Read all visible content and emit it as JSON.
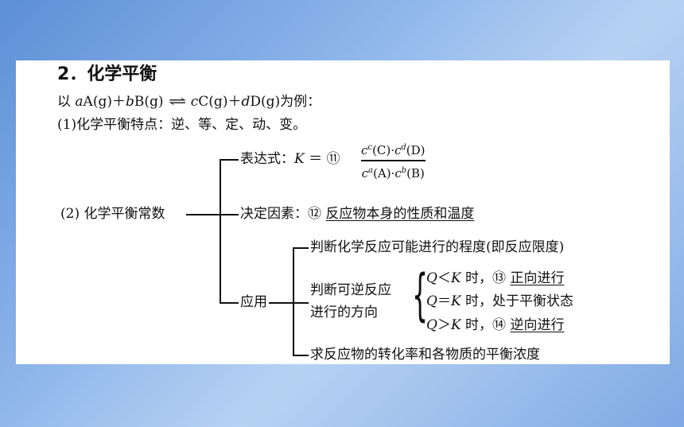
{
  "title": "2．化学平衡",
  "example": {
    "prefix": "以 ",
    "a": "a",
    "A_g": "A(g)＋",
    "b": "b",
    "B_g": "B(g)",
    "arrow": "⇌",
    "c": "c",
    "C_g": "C(g)＋",
    "d": "d",
    "D_g": "D(g)",
    "suffix": "为例："
  },
  "item1": "(1)化学平衡特点：逆、等、定、动、变。",
  "item2": "(2)  化学平衡常数",
  "expression": {
    "label": "表达式：",
    "K": "K",
    "eq": " ＝ ",
    "num": "⑪",
    "numerator": {
      "c": "c",
      "C": "(C)·",
      "d": "d",
      "D": "(D)"
    },
    "denominator": {
      "a": "a",
      "A": "(A)·",
      "b": "b",
      "B": "(B)"
    }
  },
  "factor": {
    "label": "决定因素：",
    "num": "⑫",
    "answer": "反应物本身的性质和温度"
  },
  "application": {
    "label": "应用",
    "judge_degree": "判断化学反应可能进行的程度(即反应限度)",
    "direction_label_1": "判断可逆反应",
    "direction_label_2": "进行的方向",
    "cases": [
      {
        "q": "Q",
        "op": "＜",
        "k": "K",
        "text": "时，",
        "num": "⑬",
        "answer": "正向进行"
      },
      {
        "q": "Q",
        "op": "＝",
        "k": "K",
        "text": "时，处于平衡状态",
        "num": "",
        "answer": ""
      },
      {
        "q": "Q",
        "op": "＞",
        "k": "K",
        "text": "时，",
        "num": "⑭",
        "answer": "逆向进行"
      }
    ],
    "conversion": "求反应物的转化率和各物质的平衡浓度"
  }
}
